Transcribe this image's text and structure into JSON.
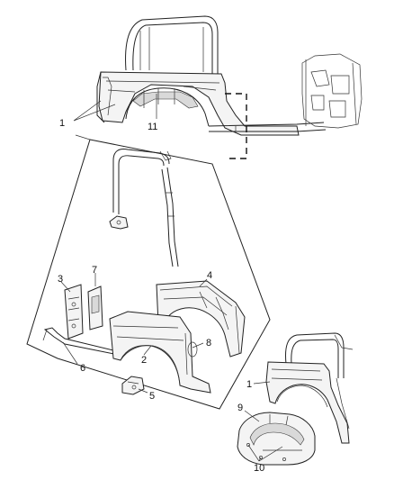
{
  "callouts": {
    "c1_top": "1",
    "c11": "11",
    "c7": "7",
    "c3": "3",
    "c4": "4",
    "c8": "8",
    "c2": "2",
    "c6": "6",
    "c5": "5",
    "c1_bottom": "1",
    "c9": "9",
    "c10": "10"
  }
}
